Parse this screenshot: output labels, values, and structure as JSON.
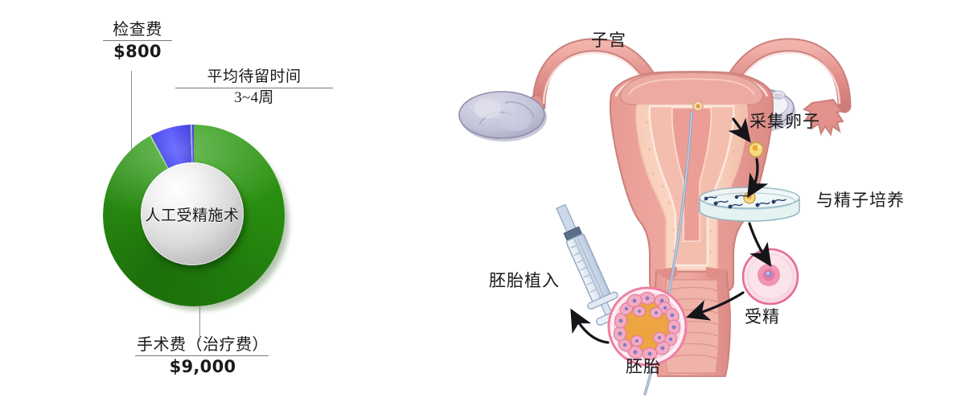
{
  "chart_data": {
    "type": "pie",
    "subtype": "donut",
    "title": "人工受精施术",
    "center_label": "人工受精施术",
    "categories": [
      "手术费（治疗费）",
      "检查费"
    ],
    "values": [
      9000,
      800
    ],
    "value_labels": [
      "$9,000",
      "$800"
    ],
    "percentages": [
      91.8,
      8.2
    ],
    "colors": [
      "#2a9012",
      "#1f1fe8"
    ],
    "unit": "USD",
    "legend": "none",
    "annotations": [
      {
        "label": "平均待留时间",
        "value": "3~4周"
      }
    ]
  },
  "cost_chart": {
    "exam": {
      "title": "检查费",
      "value": "$800"
    },
    "stay": {
      "title": "平均待留时间",
      "value": "3~4周"
    },
    "surgery": {
      "title": "手术费（治疗费）",
      "value": "$9,000"
    },
    "center_label": "人工受精施术"
  },
  "ivf_diagram": {
    "uterus": "子宫",
    "egg_retrieval": "采集卵子",
    "sperm_culture": "与精子培养",
    "fertilization": "受精",
    "embryo": "胚胎",
    "embryo_transfer": "胚胎植入"
  },
  "colors": {
    "green": "#2a9012",
    "blue": "#1f1fe8",
    "rule": "#7a7a7a",
    "leader": "#8d8d8d",
    "tissue_pink": "#e8918f",
    "tissue_light": "#f6c4b4",
    "ovary": "#c3c3d8",
    "follicle": "#f2c14b",
    "dish": "#dff0ef",
    "embryo_core": "#eda541"
  }
}
